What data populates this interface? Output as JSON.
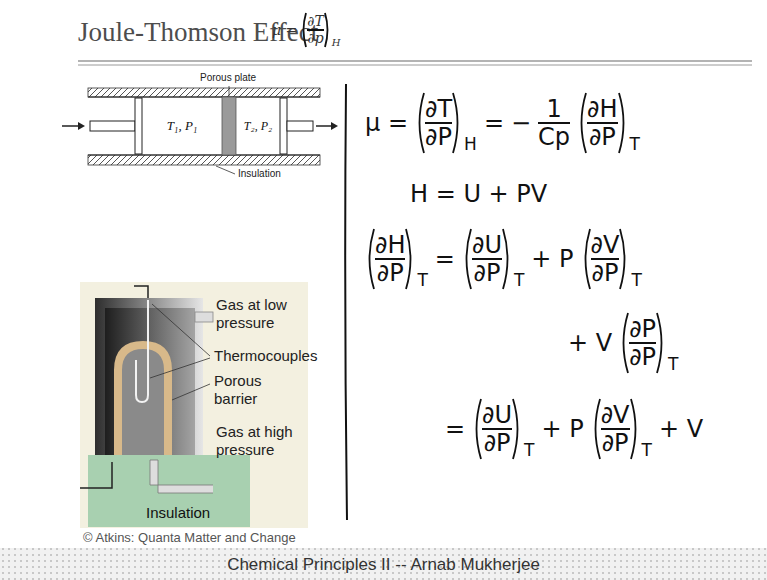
{
  "diagram": {
    "title": "Joule-Thomson Effect",
    "nodes": [
      {
        "text": [
          "T₁, P₁"
        ]
      },
      {
        "text": [
          "T₂, P₂"
        ]
      },
      {
        "text": [
          "Insulation"
        ]
      }
    ],
    "labels": [
      "μ =",
      "∂T",
      "∂p",
      "H",
      "Porous plate",
      "Insulation",
      "Gas at low pressure",
      "Thermocouples",
      "Porous barrier",
      "Gas at high pressure",
      "© Atkins: Quanta Matter and Change",
      "μ =",
      "∂T",
      "∂P",
      "H",
      "=",
      "−",
      "1",
      "Cp",
      "∂H",
      "∂P",
      "T",
      "H = U + PV",
      "∂H",
      "∂P",
      "T",
      "=",
      "∂U",
      "∂P",
      "T",
      "+ P",
      "∂V",
      "∂P",
      "T",
      "+ V",
      "∂P",
      "∂P",
      "T",
      "=",
      "∂U",
      "∂P",
      "T",
      "+ P",
      "∂V",
      "∂P",
      "T",
      "+ V",
      "Chemical Principles II -- Arnab Mukherjee"
    ]
  }
}
